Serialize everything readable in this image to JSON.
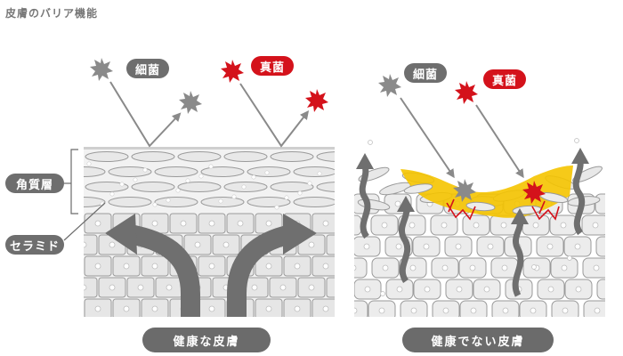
{
  "title": "皮膚のバリア機能",
  "labels": {
    "stratum_corneum": "角質層",
    "ceramide": "セラミド",
    "bacteria": "細菌",
    "fungi": "真菌",
    "healthy_skin": "健康な皮膚",
    "unhealthy_skin": "健康でない皮膚"
  },
  "colors": {
    "bacteria": "#8a8a8a",
    "fungi": "#d4121b",
    "damage": "#f5c400",
    "arrow": "#6f6f6f",
    "cell_fill": "#e6e6e6",
    "cell_stroke": "#9a9a9a"
  }
}
